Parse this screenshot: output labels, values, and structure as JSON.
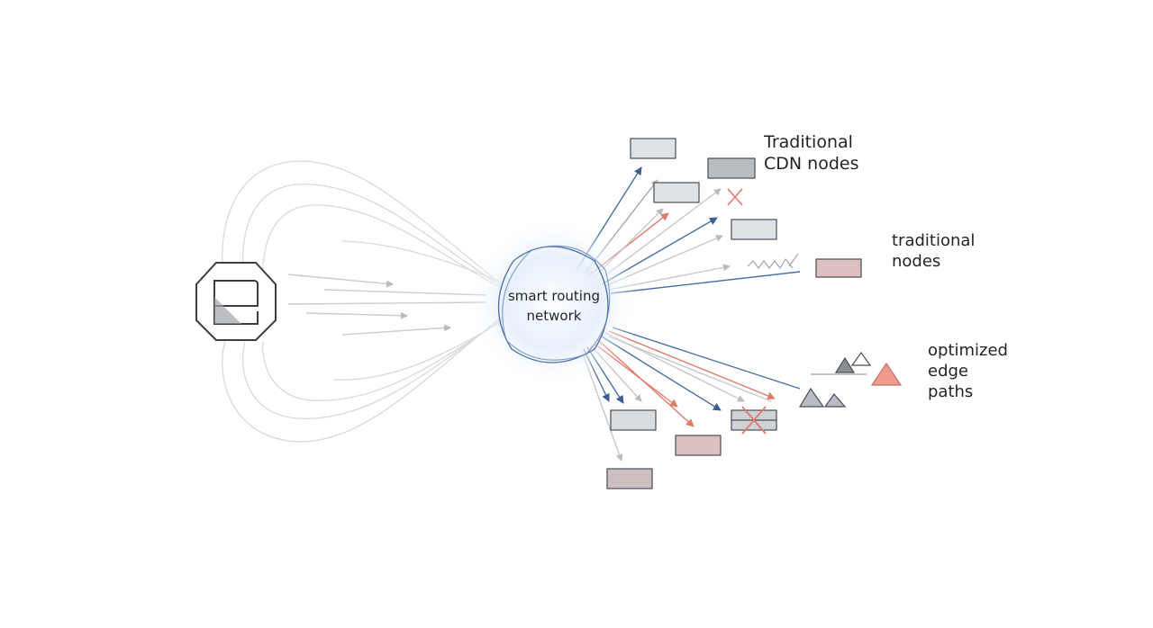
{
  "hub": {
    "label": "smart routing\nnetwork"
  },
  "labels": {
    "cdn_nodes": "Traditional\nCDN nodes",
    "traditional_nodes": "traditional\nnodes",
    "optimized_paths": "optimized\nedge\npaths"
  },
  "icons": {
    "source": "server-octagon-icon",
    "failed": "x-mark-icon"
  },
  "colors": {
    "blue": "#4a6fa5",
    "red": "#e07a6a",
    "gray_line": "#c4c8cc",
    "node_gray": "#d8dde2",
    "node_dark": "#b9bcc1",
    "node_pink": "#dcc0bf",
    "hub_glow": "#cfe0f5"
  }
}
